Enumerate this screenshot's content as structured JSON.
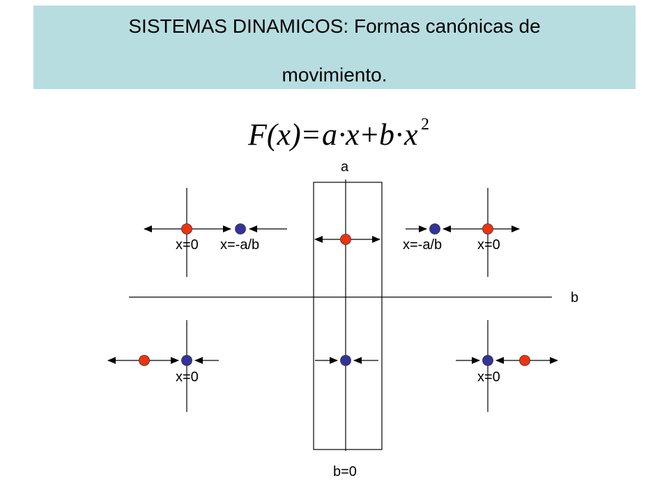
{
  "title": {
    "line1": "SISTEMAS DINAMICOS: Formas canónicas de",
    "line2": "movimiento."
  },
  "formula": {
    "lhs": "F(x)",
    "eq": "=",
    "t1a": "a",
    "dot1": "·",
    "t1b": "x",
    "plus": "+",
    "t2a": "b",
    "dot2": "·",
    "t2b": "x",
    "exp": "2"
  },
  "axes": {
    "vertical_label": "a",
    "horizontal_label": "b",
    "strip_label": "b=0"
  },
  "labels": {
    "tl_x0": "x=0",
    "tl_xab": "x=-a/b",
    "tr_xab": "x=-a/b",
    "tr_x0": "x=0",
    "bl_x0": "x=0",
    "br_x0": "x=0"
  },
  "colors": {
    "banner": "#b7dde1",
    "unstable_point": "#ee3311",
    "stable_point": "#333399",
    "line": "#000000"
  }
}
